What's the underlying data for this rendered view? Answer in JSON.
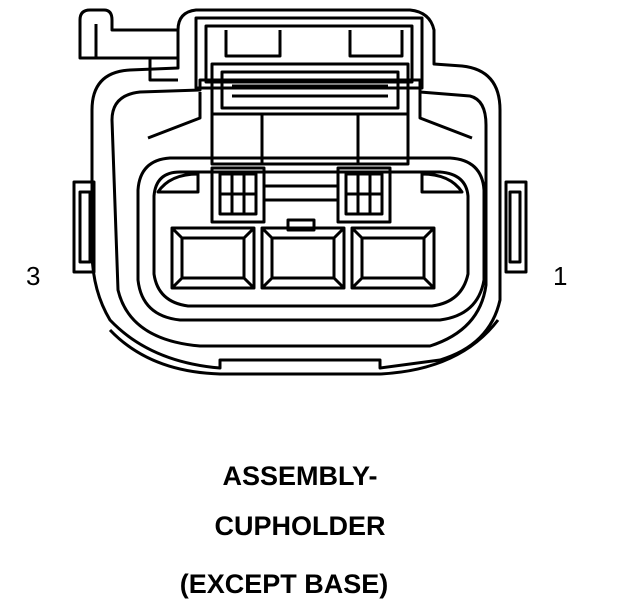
{
  "pins": {
    "left": "3",
    "right": "1"
  },
  "caption": {
    "line1": "ASSEMBLY-",
    "line2": "CUPHOLDER",
    "line3": "(EXCEPT BASE)"
  },
  "colors": {
    "ink": "#000000",
    "background": "#ffffff"
  }
}
